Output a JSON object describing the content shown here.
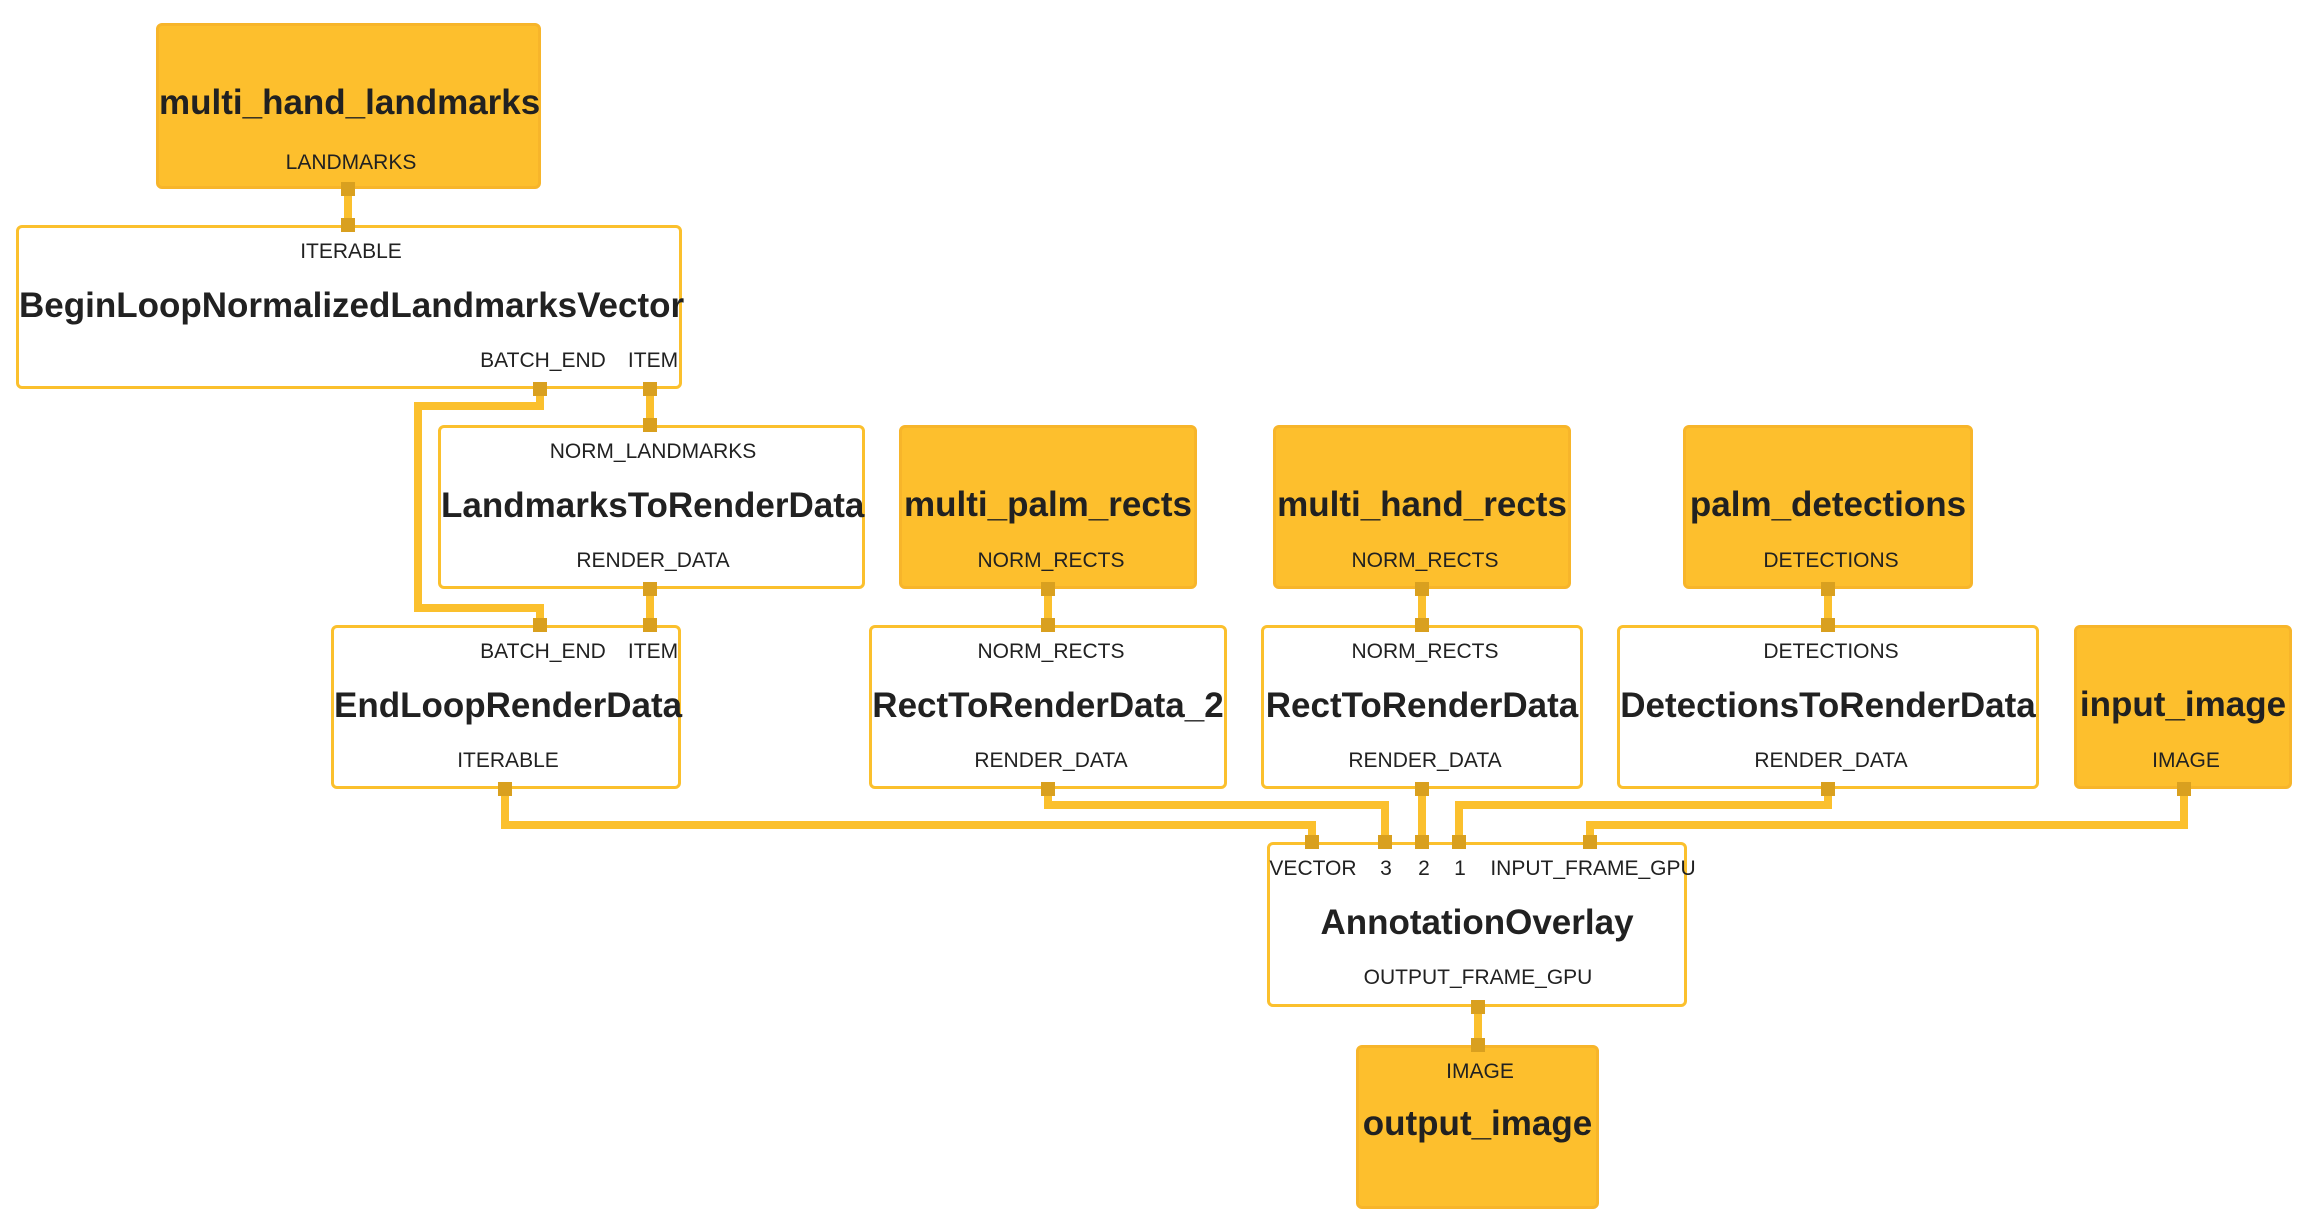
{
  "colors": {
    "stream_fill": "#fdbf2d",
    "calculator_fill": "#ffffff",
    "border": "#fbc02d",
    "edge": "#fbc02d",
    "port_marker": "#d9a01f"
  },
  "nodes": {
    "multi_hand_landmarks": {
      "title": "multi_hand_landmarks",
      "outputs": [
        "LANDMARKS"
      ]
    },
    "begin_loop": {
      "title": "BeginLoopNormalizedLandmarksVector",
      "inputs": [
        "ITERABLE"
      ],
      "outputs": [
        "BATCH_END",
        "ITEM"
      ]
    },
    "landmarks_to_render": {
      "title": "LandmarksToRenderData",
      "inputs": [
        "NORM_LANDMARKS"
      ],
      "outputs": [
        "RENDER_DATA"
      ]
    },
    "end_loop": {
      "title": "EndLoopRenderData",
      "inputs": [
        "BATCH_END",
        "ITEM"
      ],
      "outputs": [
        "ITERABLE"
      ]
    },
    "multi_palm_rects": {
      "title": "multi_palm_rects",
      "outputs": [
        "NORM_RECTS"
      ]
    },
    "rect_to_render_2": {
      "title": "RectToRenderData_2",
      "inputs": [
        "NORM_RECTS"
      ],
      "outputs": [
        "RENDER_DATA"
      ]
    },
    "multi_hand_rects": {
      "title": "multi_hand_rects",
      "outputs": [
        "NORM_RECTS"
      ]
    },
    "rect_to_render": {
      "title": "RectToRenderData",
      "inputs": [
        "NORM_RECTS"
      ],
      "outputs": [
        "RENDER_DATA"
      ]
    },
    "palm_detections": {
      "title": "palm_detections",
      "outputs": [
        "DETECTIONS"
      ]
    },
    "detections_to_render": {
      "title": "DetectionsToRenderData",
      "inputs": [
        "DETECTIONS"
      ],
      "outputs": [
        "RENDER_DATA"
      ]
    },
    "input_image": {
      "title": "input_image",
      "outputs": [
        "IMAGE"
      ]
    },
    "annotation_overlay": {
      "title": "AnnotationOverlay",
      "inputs": [
        "VECTOR",
        "3",
        "2",
        "1",
        "INPUT_FRAME_GPU"
      ],
      "outputs": [
        "OUTPUT_FRAME_GPU"
      ]
    },
    "output_image": {
      "title": "output_image",
      "inputs": [
        "IMAGE"
      ]
    }
  }
}
